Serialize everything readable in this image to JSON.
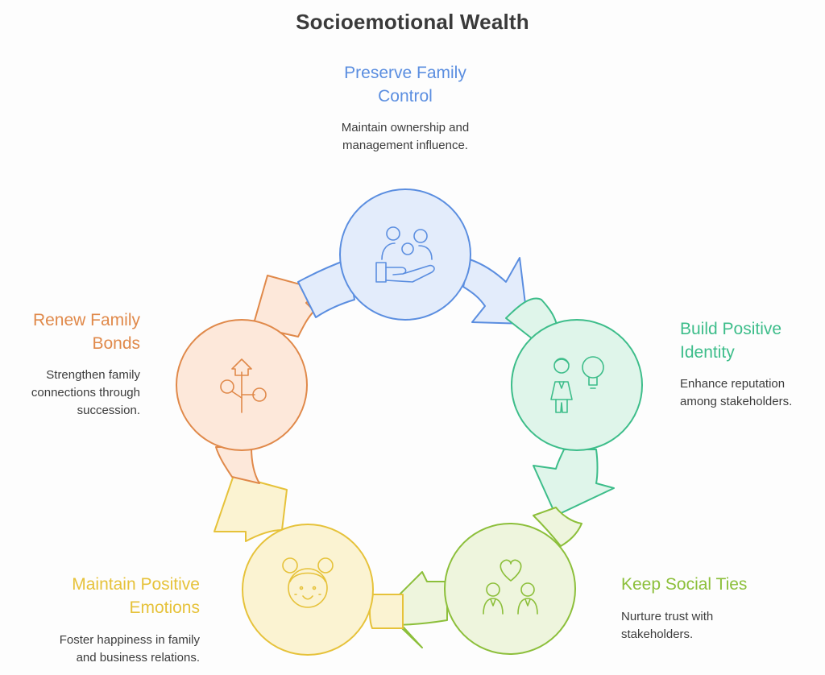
{
  "title": "Socioemotional Wealth",
  "colors": {
    "blue": "#5b8ee0",
    "green": "#3dbd8a",
    "lime": "#8cbf3a",
    "yellow": "#e6c23a",
    "orange": "#e0894a"
  },
  "steps": [
    {
      "id": "preserve",
      "title_lines": [
        "Preserve Family",
        "Control"
      ],
      "desc_lines": [
        "Maintain ownership and",
        "management influence."
      ],
      "icon": "family-hand-icon"
    },
    {
      "id": "identity",
      "title_lines": [
        "Build Positive",
        "Identity"
      ],
      "desc_lines": [
        "Enhance reputation",
        "among stakeholders."
      ],
      "icon": "person-lightbulb-icon"
    },
    {
      "id": "social",
      "title_lines": [
        "Keep Social Ties"
      ],
      "desc_lines": [
        "Nurture trust with",
        "stakeholders."
      ],
      "icon": "two-people-heart-icon"
    },
    {
      "id": "emotions",
      "title_lines": [
        "Maintain Positive",
        "Emotions"
      ],
      "desc_lines": [
        "Foster happiness in family",
        "and business relations."
      ],
      "icon": "smiling-girl-icon"
    },
    {
      "id": "renew",
      "title_lines": [
        "Renew Family",
        "Bonds"
      ],
      "desc_lines": [
        "Strengthen family",
        "connections through",
        "succession."
      ],
      "icon": "family-tree-icon"
    }
  ]
}
